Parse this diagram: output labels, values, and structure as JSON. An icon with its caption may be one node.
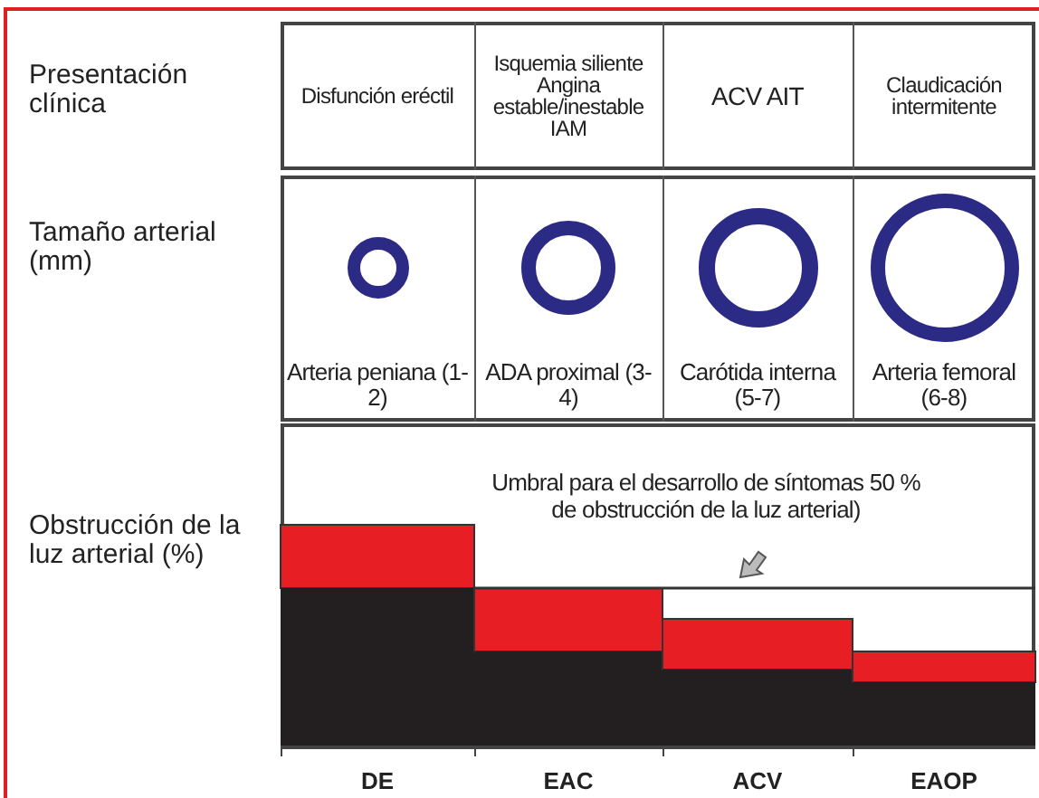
{
  "diagram": {
    "labels": [
      "Presentación clínica",
      "Disfunción eréctil",
      "Isquemia siliente Angina estable/inestable IAM",
      "ACV AIT",
      "Claudicación intermitente",
      "Tamaño arterial (mm)",
      "Arteria peniana (1-2)",
      "ADA proximal (3-4)",
      "Carótida interna (5-7)",
      "Arteria femoral (6-8)",
      "Obstrucción de la luz arterial (%)",
      "Umbral para el desarrollo de síntomas 50 % de obstrucción de la luz arterial)",
      "DE",
      "EAC",
      "ACV",
      "EAOP"
    ]
  }
}
